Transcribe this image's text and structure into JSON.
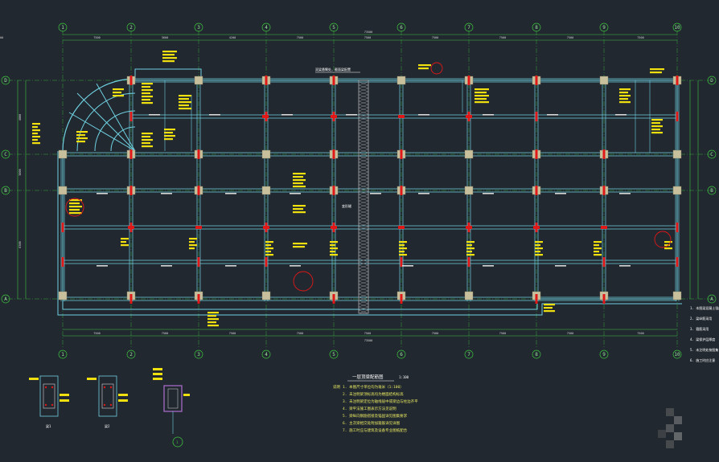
{
  "drawing": {
    "colors": {
      "background": "#212830",
      "beam": "#6fd0e0",
      "axis": "#3ec43e",
      "column": "#c8c09c",
      "rebar_tag": "#f0e010",
      "stirrup_mark": "#e01818",
      "dimension": "#40c040",
      "wall": "#b0b0b0"
    },
    "grid_top": [
      "1",
      "2",
      "3",
      "4",
      "5",
      "6",
      "7",
      "8",
      "9",
      "10"
    ],
    "grid_bottom": [
      "1",
      "2",
      "3",
      "4",
      "5",
      "6",
      "7",
      "8",
      "9",
      "10"
    ],
    "grid_left": [
      "D",
      "C",
      "B",
      "A"
    ],
    "grid_right": [
      "D",
      "C",
      "B",
      "A"
    ],
    "overall_dim_top": "73500",
    "overall_dim_bottom": "73500",
    "bay_dims_top": [
      "7500",
      "3600",
      "4200",
      "7500",
      "7500",
      "7500",
      "7500",
      "7500",
      "7500",
      "3600"
    ],
    "bay_dims_bottom": [
      "7500",
      "7500",
      "7500",
      "7500",
      "7500",
      "7500",
      "7500",
      "7500",
      "7500",
      "7500"
    ],
    "bay_dims_left": [
      "4800",
      "3000",
      "6300"
    ],
    "expansion_joint_label": "变形缝",
    "top_callout": "双梁悬臂处，截面梁配置",
    "plan_title": "一层顶梁配筋图",
    "plan_scale": "1:100",
    "notes_heading": "说明",
    "notes": [
      "1. 本图尺寸单位均为毫米（1:100）",
      "2. 未注明梁顶标高均为楼面结构标高",
      "3. 未注明梁定位为轴线居中或梁边与柱边齐平",
      "4. 梁平法施工图表示方法见说明",
      "5. 梁纵向钢筋搭接及锚固详见图集要求",
      "6. 主次梁相交处附加箍筋详见详图",
      "7. 施工时应与建筑及设备专业图纸配合"
    ],
    "right_notes": [
      "1. 本图梁混凝土强度等级",
      "2. 梁纵筋采用",
      "3. 箍筋采用",
      "4. 梁保护层厚度",
      "5. 未注明处按图集",
      "6. 施工时应注意"
    ],
    "detail_labels": [
      "梁1",
      "梁2",
      "1"
    ]
  }
}
